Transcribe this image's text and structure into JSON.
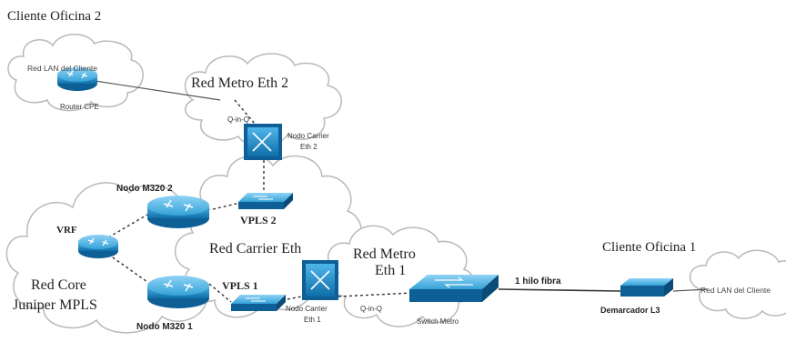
{
  "labels": {
    "cliente_oficina_2": "Cliente Oficina 2",
    "red_lan_cliente_top": "Red LAN del Cliente",
    "router_cpe": "Router CPE",
    "red_metro_eth_2": "Red Metro Eth 2",
    "qinq_top": "Q-in-Q",
    "nodo_carrier_eth_2": "Nodo Carrier Eth 2",
    "nodo_m320_2": "Nodo M320 2",
    "vpls_2": "VPLS 2",
    "vrf": "VRF",
    "red_carrier_eth": "Red Carrier Eth",
    "red_core": "Red Core",
    "juniper_mpls": "Juniper MPLS",
    "vpls_1": "VPLS 1",
    "nodo_m320_1": "Nodo M320 1",
    "nodo_carrier_eth_1": "Nodo Carrier Eth 1",
    "red_metro_eth_1": "Red Metro Eth 1",
    "qinq_bottom": "Q-in-Q",
    "switch_metro": "Switch Metro",
    "hilo_fibra": "1 hilo fibra",
    "cliente_oficina_1": "Cliente Oficina 1",
    "demarcador_l3": "Demarcador L3",
    "red_lan_cliente_right": "Red LAN del Cliente"
  },
  "colors": {
    "device_blue": "#1a8fd1",
    "device_dark": "#0d5f96",
    "cloud_stroke": "#b9b9b9"
  }
}
